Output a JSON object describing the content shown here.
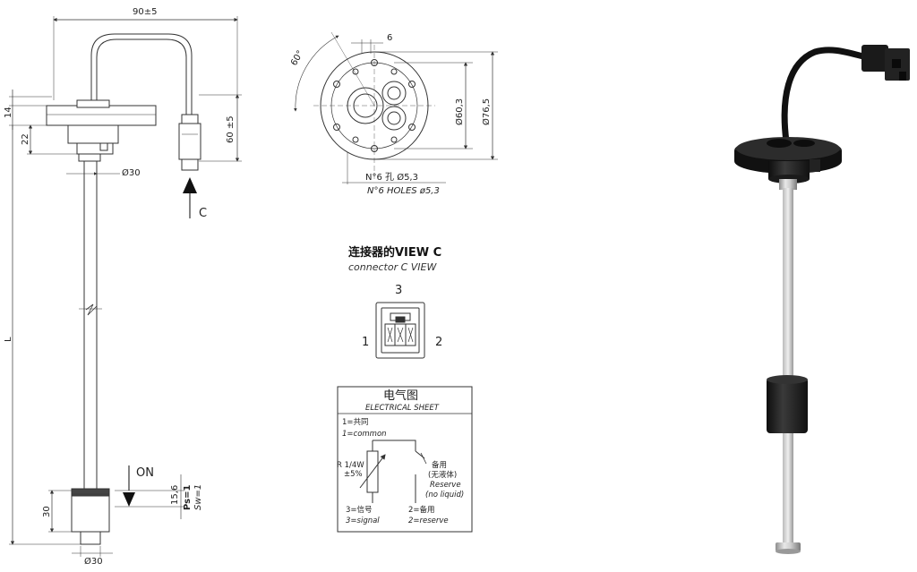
{
  "side_view": {
    "dim_width": "90±5",
    "dim_flange_thickness": "14",
    "dim_flange_height": "22",
    "dim_connector_offset": "60 ±5",
    "dim_tube_diameter": "Ø30",
    "dim_length": "L",
    "dim_float_height": "30",
    "dim_float_diameter": "Ø30",
    "dim_switch_offset": "15,6",
    "switch_label": "ON",
    "ps_label": "Ps=1",
    "sw_label": "Sw=1",
    "view_arrow_label": "C"
  },
  "top_view": {
    "dim_angle": "60°",
    "dim_slot": "6",
    "dim_pcd": "Ø60,3",
    "dim_outer": "Ø76,5",
    "holes_cn": "N°6 孔 Ø5,3",
    "holes_en": "N°6 HOLES ø5,3"
  },
  "connector": {
    "title_cn": "连接器的VIEW C",
    "title_en": "connector C VIEW",
    "pin_top": "3",
    "pin_left": "1",
    "pin_right": "2"
  },
  "electrical": {
    "title_cn": "电气图",
    "title_en": "ELECTRICAL SHEET",
    "pin1_cn": "1=共同",
    "pin1_en": "1=common",
    "resistor_label": "R 1/4W",
    "resistor_tol": "±5%",
    "reserve_cn": "备用",
    "reserve_cn2": "(无液体)",
    "reserve_en": "Reserve",
    "reserve_en2": "(no liquid)",
    "pin3_cn": "3=信号",
    "pin3_en": "3=signal",
    "pin2_cn": "2=备用",
    "pin2_en": "2=reserve"
  },
  "colors": {
    "line": "#333333",
    "product_black": "#1a1a1a",
    "product_steel": "#c8c8c8"
  }
}
